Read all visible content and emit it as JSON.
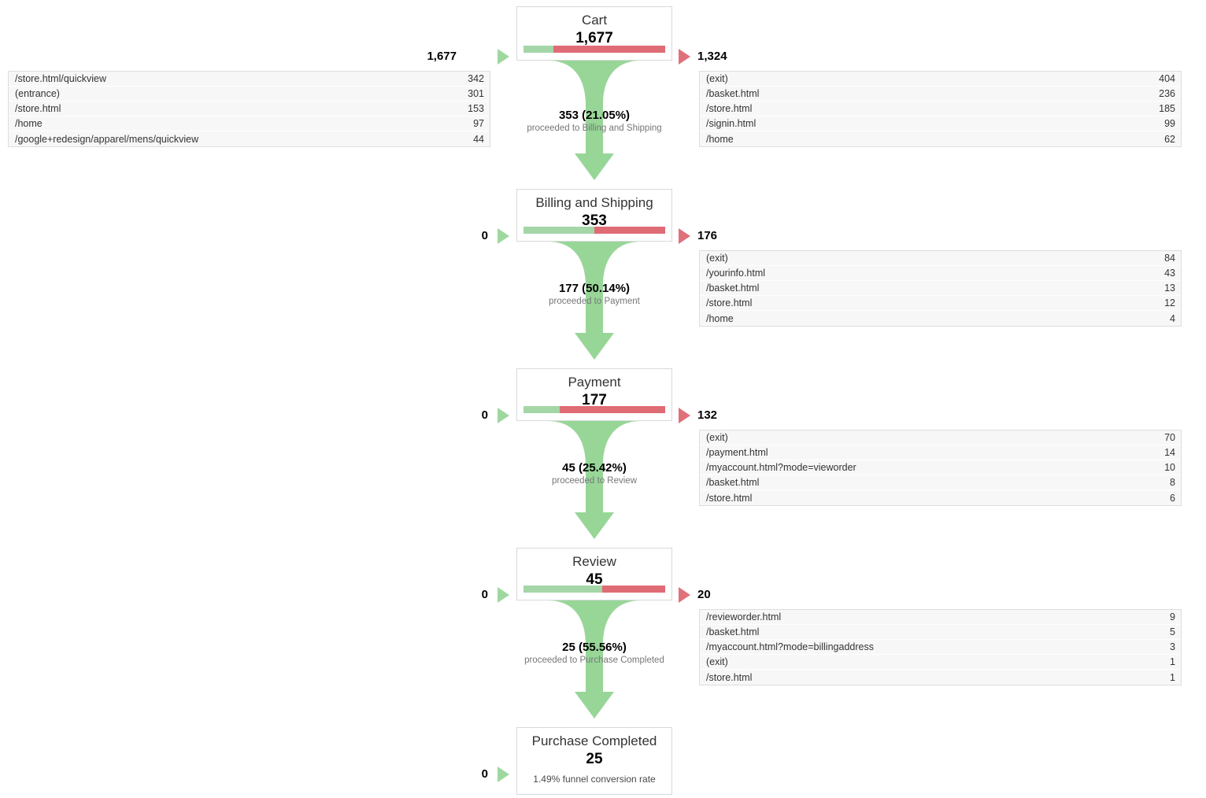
{
  "report": {
    "type": "goal-funnel-visualization",
    "colors": {
      "proceed_green": "#a5d6a7",
      "exit_red": "#df6b75",
      "arrow_green": "#9fd89f",
      "arrow_red": "#e0717a",
      "table_bg": "#f7f7f7",
      "box_border": "#d9d9d9"
    }
  },
  "steps": [
    {
      "name": "Cart",
      "value": "1,677",
      "entered_label": "1,677",
      "exited_label": "1,324",
      "proceed_ratio": 21.05,
      "entrance_sources": [
        {
          "label": "/store.html/quickview",
          "value": "342"
        },
        {
          "label": "(entrance)",
          "value": "301"
        },
        {
          "label": "/store.html",
          "value": "153"
        },
        {
          "label": "/home",
          "value": "97"
        },
        {
          "label": "/google+redesign/apparel/mens/quickview",
          "value": "44"
        }
      ],
      "exit_destinations": [
        {
          "label": "(exit)",
          "value": "404"
        },
        {
          "label": "/basket.html",
          "value": "236"
        },
        {
          "label": "/store.html",
          "value": "185"
        },
        {
          "label": "/signin.html",
          "value": "99"
        },
        {
          "label": "/home",
          "value": "62"
        }
      ]
    },
    {
      "name": "Billing and Shipping",
      "value": "353",
      "entered_label": "0",
      "exited_label": "176",
      "proceed_ratio": 50.14,
      "entrance_sources": [],
      "exit_destinations": [
        {
          "label": "(exit)",
          "value": "84"
        },
        {
          "label": "/yourinfo.html",
          "value": "43"
        },
        {
          "label": "/basket.html",
          "value": "13"
        },
        {
          "label": "/store.html",
          "value": "12"
        },
        {
          "label": "/home",
          "value": "4"
        }
      ]
    },
    {
      "name": "Payment",
      "value": "177",
      "entered_label": "0",
      "exited_label": "132",
      "proceed_ratio": 25.42,
      "entrance_sources": [],
      "exit_destinations": [
        {
          "label": "(exit)",
          "value": "70"
        },
        {
          "label": "/payment.html",
          "value": "14"
        },
        {
          "label": "/myaccount.html?mode=vieworder",
          "value": "10"
        },
        {
          "label": "/basket.html",
          "value": "8"
        },
        {
          "label": "/store.html",
          "value": "6"
        }
      ]
    },
    {
      "name": "Review",
      "value": "45",
      "entered_label": "0",
      "exited_label": "20",
      "proceed_ratio": 55.56,
      "entrance_sources": [],
      "exit_destinations": [
        {
          "label": "/revieworder.html",
          "value": "9"
        },
        {
          "label": "/basket.html",
          "value": "5"
        },
        {
          "label": "/myaccount.html?mode=billingaddress",
          "value": "3"
        },
        {
          "label": "(exit)",
          "value": "1"
        },
        {
          "label": "/store.html",
          "value": "1"
        }
      ]
    },
    {
      "name": "Purchase Completed",
      "value": "25",
      "entered_label": "0",
      "exited_label": "",
      "conversion_note": "1.49% funnel conversion rate",
      "entrance_sources": [],
      "exit_destinations": []
    }
  ],
  "connectors": [
    {
      "count": "353",
      "percent": "(21.05%)",
      "note": "proceeded to Billing and Shipping"
    },
    {
      "count": "177",
      "percent": "(50.14%)",
      "note": "proceeded to Payment"
    },
    {
      "count": "45",
      "percent": "(25.42%)",
      "note": "proceeded to Review"
    },
    {
      "count": "25",
      "percent": "(55.56%)",
      "note": "proceeded to Purchase Completed"
    }
  ],
  "chart_data": {
    "type": "funnel",
    "title": "Goal Funnel Visualization",
    "stages": [
      "Cart",
      "Billing and Shipping",
      "Payment",
      "Review",
      "Purchase Completed"
    ],
    "values": [
      1677,
      353,
      177,
      45,
      25
    ],
    "proceeded": [
      353,
      177,
      45,
      25
    ],
    "proceeded_percent": [
      21.05,
      50.14,
      25.42,
      55.56
    ],
    "entered": [
      1677,
      0,
      0,
      0,
      0
    ],
    "exited": [
      1324,
      176,
      132,
      20,
      0
    ],
    "funnel_conversion_rate": 1.49
  }
}
